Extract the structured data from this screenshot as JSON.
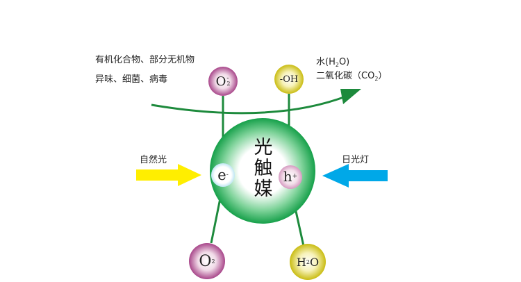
{
  "top_left": {
    "line1": "有机化合物、部分无机物",
    "line2": "异味、细菌、病毒"
  },
  "top_right": {
    "line1_prefix": "水(H",
    "line1_sub": "2",
    "line1_suffix": "O)",
    "line2_prefix": "二氧化碳（CO",
    "line2_sub": "2",
    "line2_suffix": "）"
  },
  "center": {
    "char1": "光",
    "char2": "触",
    "char3": "媒"
  },
  "left_input": "自然光",
  "right_input": "日光灯",
  "nodes": {
    "o2_top": {
      "main": "O",
      "sub": "2",
      "sup": "-"
    },
    "oh_top": {
      "main": "-OH"
    },
    "electron": {
      "main": "e",
      "sup": "-"
    },
    "hole": {
      "main": "h",
      "sup": "+"
    },
    "o2_bottom": {
      "main": "O",
      "sub": "2"
    },
    "h2o_bottom": {
      "main": "H",
      "sub": "2",
      "suffix": "O"
    }
  },
  "colors": {
    "green": "#1a9a4a",
    "green_line": "#1d8a3c",
    "yellow_arrow": "#ffee00",
    "blue_arrow": "#00a8e8",
    "magenta": "#b0508f",
    "olive_yellow": "#cfc21c"
  }
}
